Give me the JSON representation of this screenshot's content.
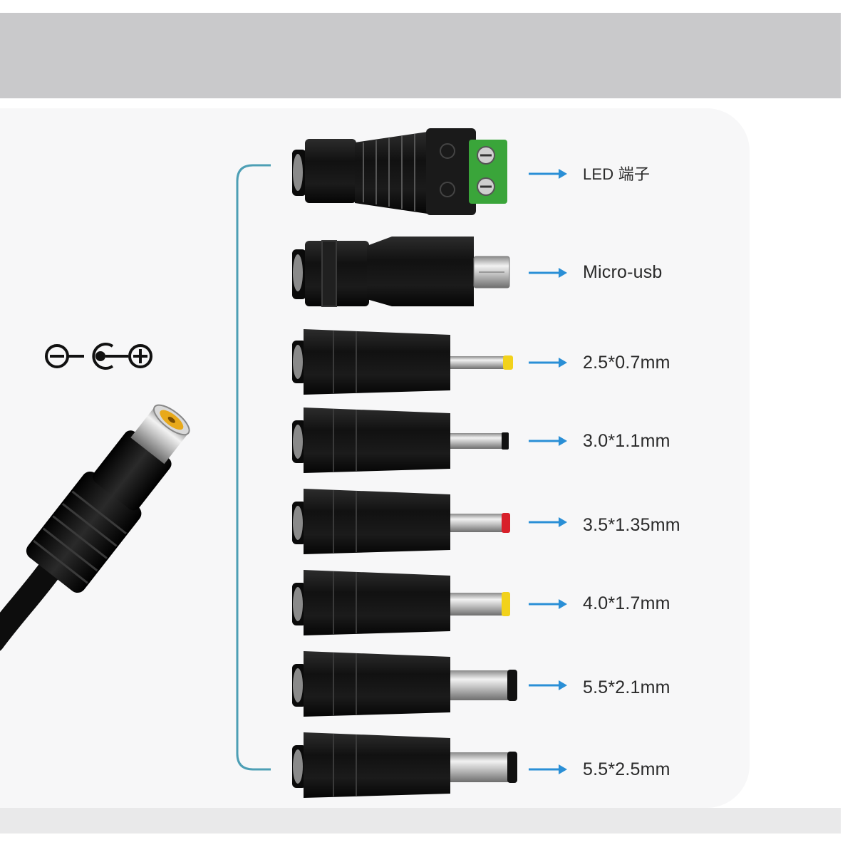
{
  "polarity_symbol": "⊖-C-⊕",
  "colors": {
    "bracket": "#4d9fb5",
    "arrow": "#2a8fd6",
    "connector_body": "#151515",
    "terminal_green": "#3aa53a",
    "tip_yellow": "#f2d21c",
    "tip_red": "#d8202a",
    "tip_black": "#111111",
    "plug_center": "#e8a91a"
  },
  "connectors": [
    {
      "label": "LED 端子",
      "type": "led-terminal-icon",
      "tip_color": "terminal_green"
    },
    {
      "label": "Micro-usb",
      "type": "micro-usb-icon",
      "tip_color": "none"
    },
    {
      "label": "2.5*0.7mm",
      "type": "dc-plug-icon",
      "tip_color": "tip_yellow"
    },
    {
      "label": "3.0*1.1mm",
      "type": "dc-plug-icon",
      "tip_color": "tip_black"
    },
    {
      "label": "3.5*1.35mm",
      "type": "dc-plug-icon",
      "tip_color": "tip_red"
    },
    {
      "label": "4.0*1.7mm",
      "type": "dc-plug-icon",
      "tip_color": "tip_yellow"
    },
    {
      "label": "5.5*2.1mm",
      "type": "dc-plug-icon",
      "tip_color": "tip_black"
    },
    {
      "label": "5.5*2.5mm",
      "type": "dc-plug-icon",
      "tip_color": "tip_black"
    }
  ]
}
